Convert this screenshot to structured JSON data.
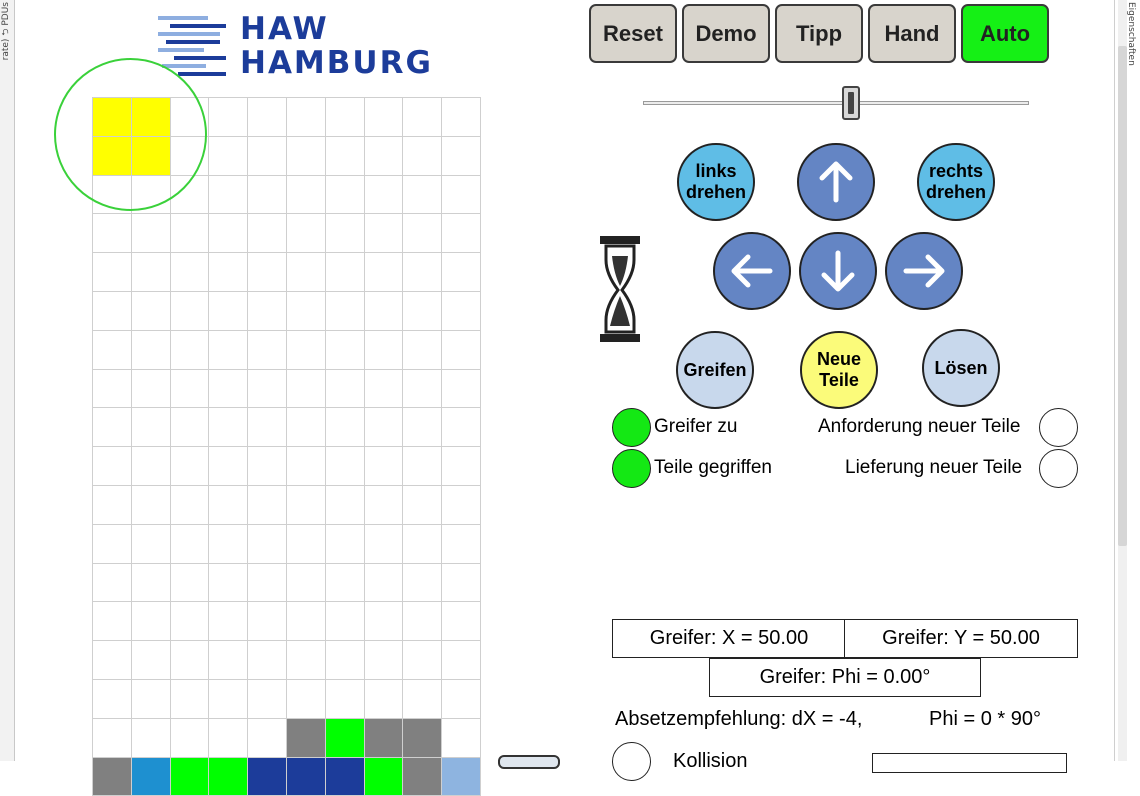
{
  "side_strips": {
    "left_text": "rate) ⮌ PDUs",
    "right_text": "Eigenschaften"
  },
  "logo": {
    "line1": "HAW",
    "line2": "HAMBURG",
    "color": "#1c3c9a",
    "stripe_colors": [
      "#8eaee0",
      "#1c3c9a"
    ]
  },
  "grid": {
    "columns": 10,
    "rows": 18,
    "empty_color": "#ffffff",
    "filled_cells": [
      {
        "row": 0,
        "col": 0,
        "color": "#ffff00"
      },
      {
        "row": 0,
        "col": 1,
        "color": "#ffff00"
      },
      {
        "row": 1,
        "col": 0,
        "color": "#ffff00"
      },
      {
        "row": 1,
        "col": 1,
        "color": "#ffff00"
      },
      {
        "row": 16,
        "col": 5,
        "color": "#808080"
      },
      {
        "row": 16,
        "col": 6,
        "color": "#00ff00"
      },
      {
        "row": 16,
        "col": 7,
        "color": "#808080"
      },
      {
        "row": 16,
        "col": 8,
        "color": "#808080"
      },
      {
        "row": 17,
        "col": 0,
        "color": "#808080"
      },
      {
        "row": 17,
        "col": 1,
        "color": "#1e90d0"
      },
      {
        "row": 17,
        "col": 2,
        "color": "#00ff00"
      },
      {
        "row": 17,
        "col": 3,
        "color": "#00ff00"
      },
      {
        "row": 17,
        "col": 4,
        "color": "#1c3c9a"
      },
      {
        "row": 17,
        "col": 5,
        "color": "#1c3c9a"
      },
      {
        "row": 17,
        "col": 6,
        "color": "#1c3c9a"
      },
      {
        "row": 17,
        "col": 7,
        "color": "#00ff00"
      },
      {
        "row": 17,
        "col": 8,
        "color": "#808080"
      },
      {
        "row": 17,
        "col": 9,
        "color": "#8eb4e0"
      }
    ],
    "focus_ring_color": "#3ad13a"
  },
  "toolbar": {
    "reset_label": "Reset",
    "demo_label": "Demo",
    "tipp_label": "Tipp",
    "hand_label": "Hand",
    "auto_label": "Auto",
    "active_mode": "Auto",
    "active_color": "#15f015"
  },
  "speed_slider": {
    "value_fraction": 0.54
  },
  "controls": {
    "rotate_left_label": "links drehen",
    "rotate_right_label": "rechts drehen",
    "up_icon": "arrow-up-icon",
    "left_icon": "arrow-left-icon",
    "down_icon": "arrow-down-icon",
    "right_icon": "arrow-right-icon",
    "grab_label": "Greifen",
    "new_parts_label": "Neue Teile",
    "release_label": "Lösen",
    "busy_icon": "hourglass-icon"
  },
  "indicators": {
    "gripper_closed_label": "Greifer zu",
    "gripper_closed_state": "on",
    "parts_gripped_label": "Teile gegriffen",
    "parts_gripped_state": "on",
    "request_parts_label": "Anforderung neuer Teile",
    "request_parts_state": "off",
    "delivery_parts_label": "Lieferung neuer Teile",
    "delivery_parts_state": "off",
    "collision_label": "Kollision",
    "collision_state": "off"
  },
  "readouts": {
    "x_text": "Greifer: X = 50.00",
    "y_text": "Greifer: Y = 50.00",
    "phi_text": "Greifer: Phi = 0.00°",
    "recommendation_text": "Absetzempfehlung: dX = -4,",
    "recommendation_phi_text": "Phi = 0 * 90°"
  }
}
